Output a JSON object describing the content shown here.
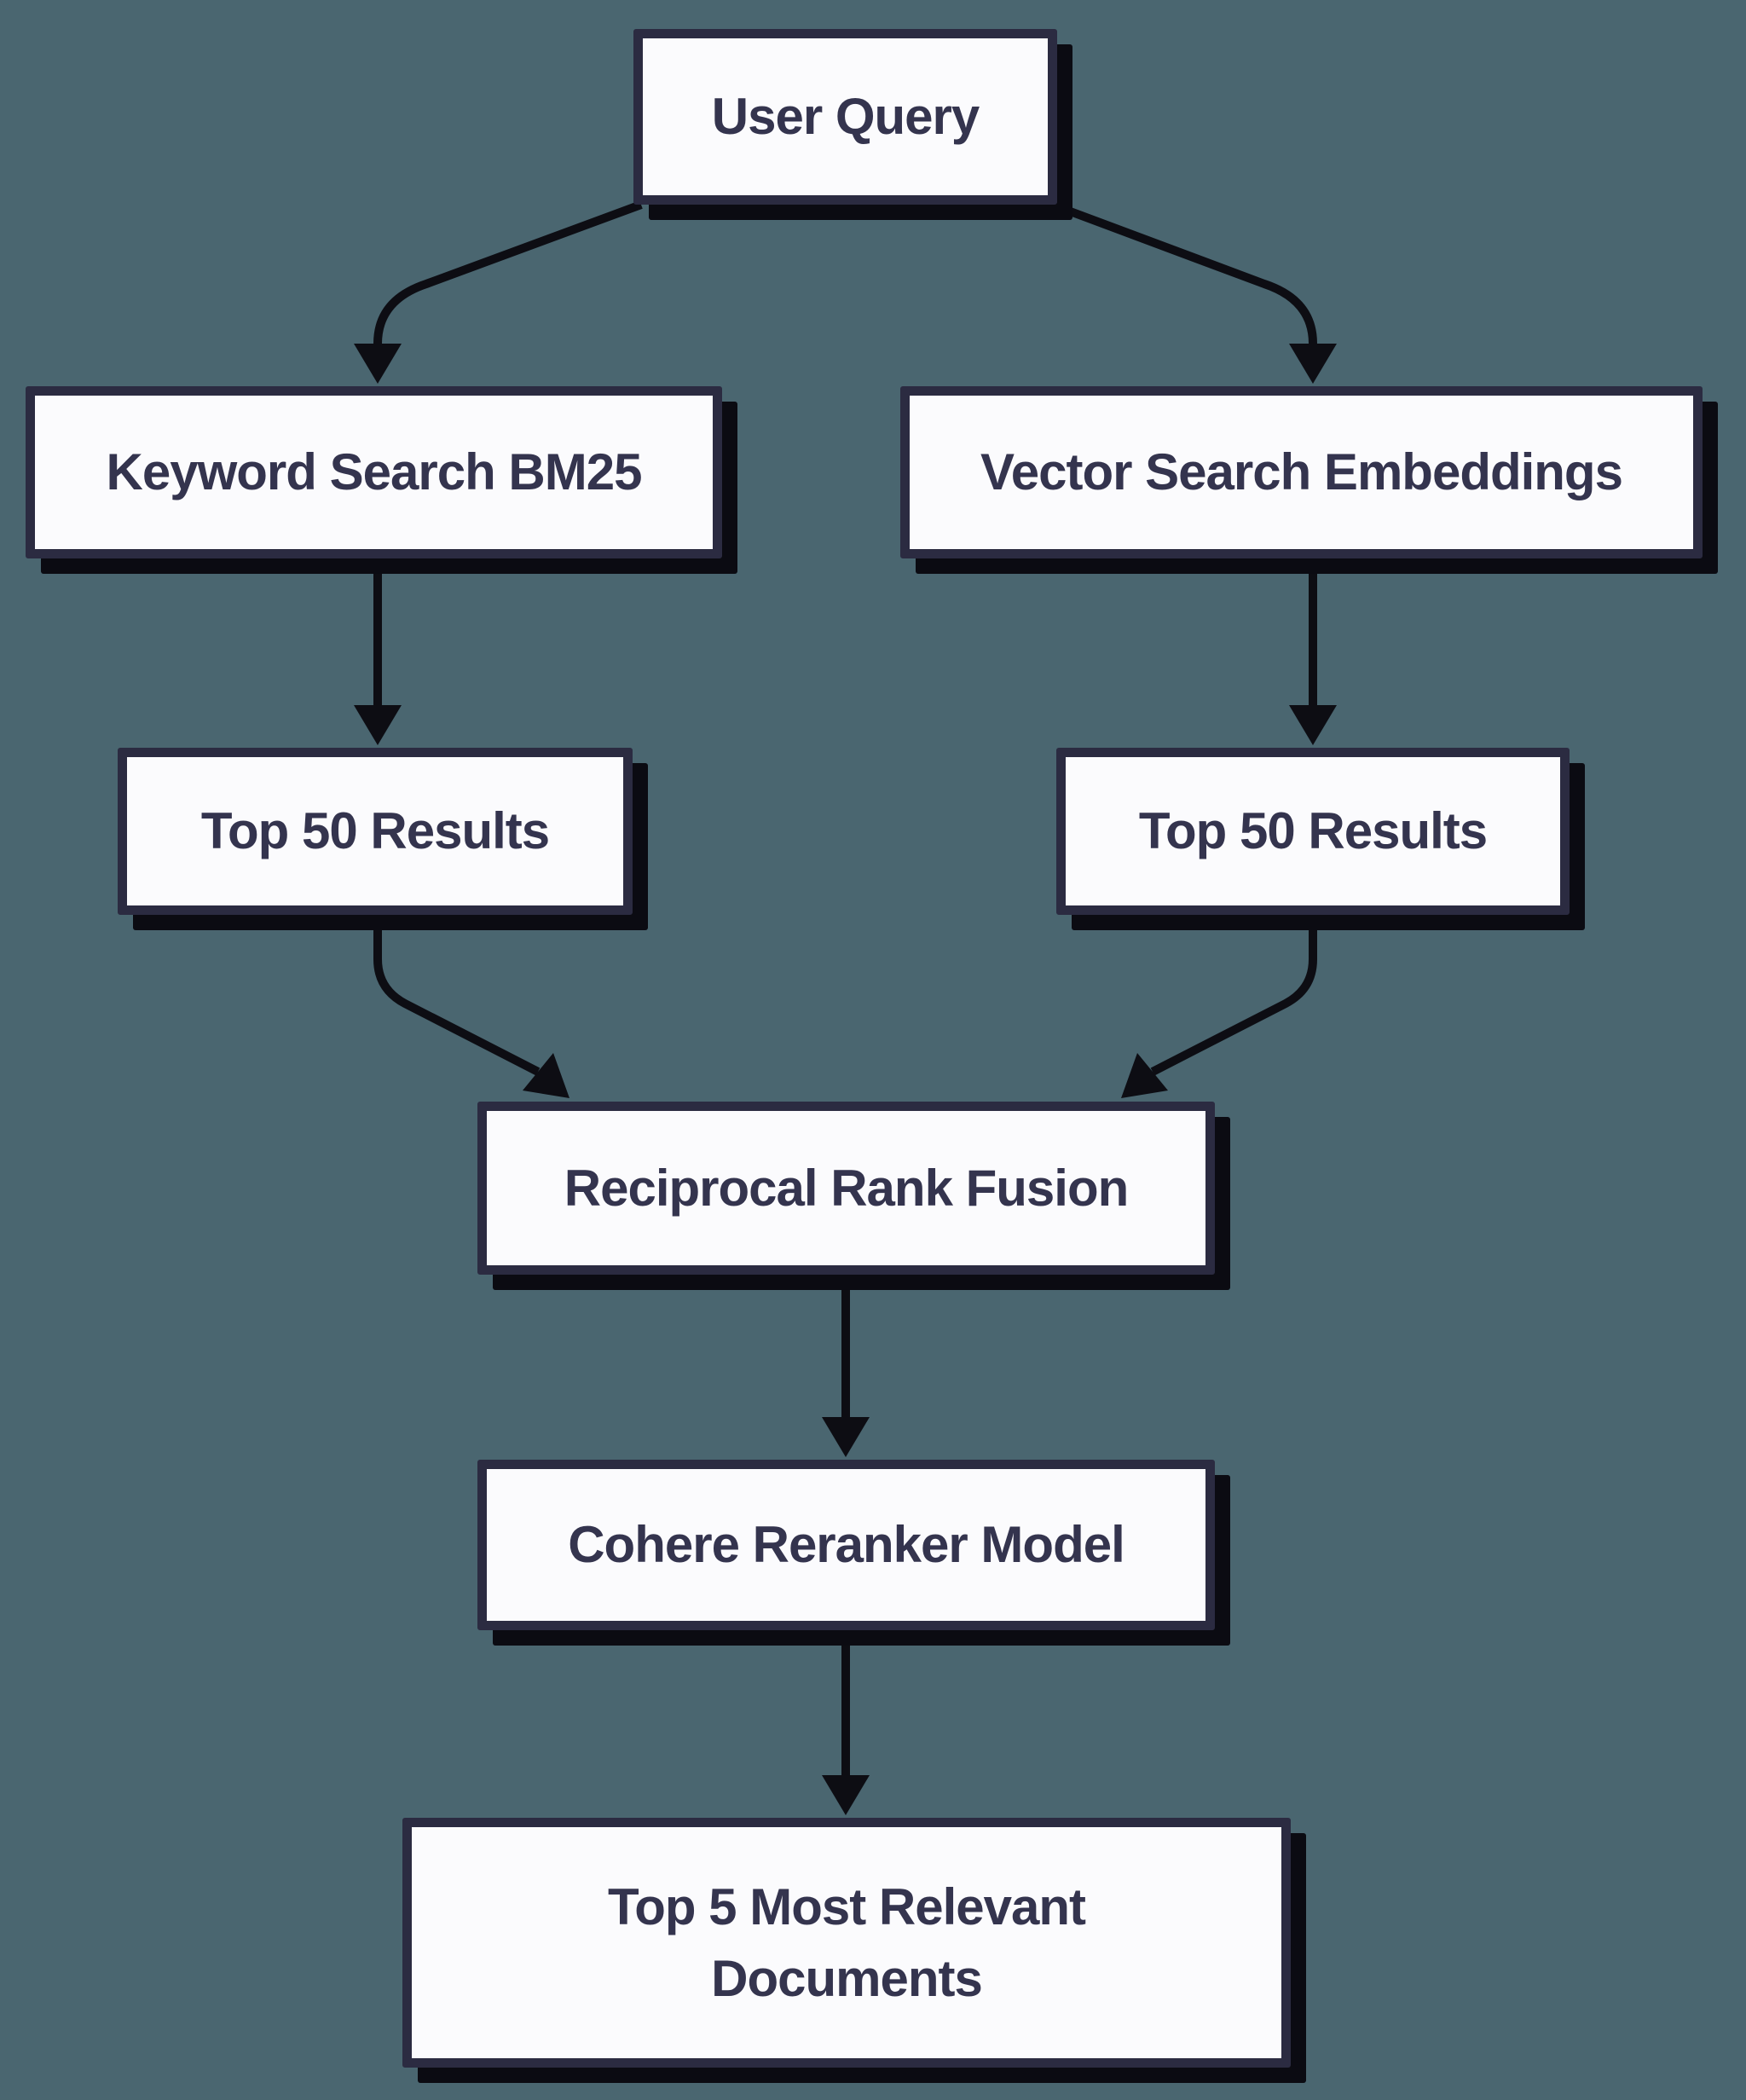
{
  "diagram": {
    "background_color": "#4a6670",
    "box_fill_color": "#fbfbfd",
    "box_border_color": "#2b2b41",
    "text_color": "#34344e",
    "arrow_color": "#0d0d13",
    "shadow_color": "#0b0b12",
    "nodes": [
      {
        "id": "user-query",
        "label": "User Query"
      },
      {
        "id": "keyword-search",
        "label": "Keyword Search BM25"
      },
      {
        "id": "vector-search",
        "label": "Vector Search Embeddings"
      },
      {
        "id": "top50-keyword",
        "label": "Top 50 Results"
      },
      {
        "id": "top50-vector",
        "label": "Top 50 Results"
      },
      {
        "id": "rank-fusion",
        "label": "Reciprocal Rank Fusion"
      },
      {
        "id": "reranker",
        "label": "Cohere Reranker Model"
      },
      {
        "id": "final-results",
        "label": "Top 5 Most Relevant Documents"
      }
    ],
    "edges": [
      {
        "from": "user-query",
        "to": "keyword-search"
      },
      {
        "from": "user-query",
        "to": "vector-search"
      },
      {
        "from": "keyword-search",
        "to": "top50-keyword"
      },
      {
        "from": "vector-search",
        "to": "top50-vector"
      },
      {
        "from": "top50-keyword",
        "to": "rank-fusion"
      },
      {
        "from": "top50-vector",
        "to": "rank-fusion"
      },
      {
        "from": "rank-fusion",
        "to": "reranker"
      },
      {
        "from": "reranker",
        "to": "final-results"
      }
    ]
  }
}
